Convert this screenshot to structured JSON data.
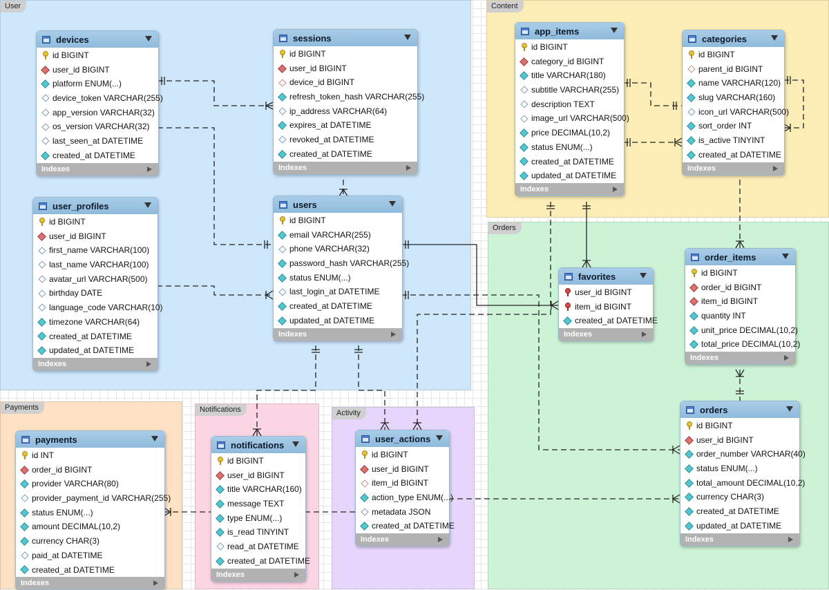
{
  "layers": [
    {
      "id": "user",
      "label": "User"
    },
    {
      "id": "content",
      "label": "Content"
    },
    {
      "id": "orders",
      "label": "Orders"
    },
    {
      "id": "payments",
      "label": "Payments"
    },
    {
      "id": "notifications",
      "label": "Notifications"
    },
    {
      "id": "activity",
      "label": "Activity"
    }
  ],
  "indexes_label": "Indexes",
  "tables": {
    "devices": {
      "name": "devices",
      "columns": [
        {
          "text": "id BIGINT",
          "icon": "primary-key-icon"
        },
        {
          "text": "user_id BIGINT",
          "icon": "foreign-key-icon"
        },
        {
          "text": "platform ENUM(...)",
          "icon": "not-null-column-icon"
        },
        {
          "text": "device_token VARCHAR(255)",
          "icon": "nullable-column-icon"
        },
        {
          "text": "app_version VARCHAR(32)",
          "icon": "nullable-column-icon"
        },
        {
          "text": "os_version VARCHAR(32)",
          "icon": "nullable-column-icon"
        },
        {
          "text": "last_seen_at DATETIME",
          "icon": "nullable-column-icon"
        },
        {
          "text": "created_at DATETIME",
          "icon": "not-null-column-icon"
        }
      ]
    },
    "sessions": {
      "name": "sessions",
      "columns": [
        {
          "text": "id BIGINT",
          "icon": "primary-key-icon"
        },
        {
          "text": "user_id BIGINT",
          "icon": "foreign-key-icon"
        },
        {
          "text": "device_id BIGINT",
          "icon": "nullable-foreign-key-icon"
        },
        {
          "text": "refresh_token_hash VARCHAR(255)",
          "icon": "not-null-column-icon"
        },
        {
          "text": "ip_address VARCHAR(64)",
          "icon": "nullable-column-icon"
        },
        {
          "text": "expires_at DATETIME",
          "icon": "not-null-column-icon"
        },
        {
          "text": "revoked_at DATETIME",
          "icon": "nullable-column-icon"
        },
        {
          "text": "created_at DATETIME",
          "icon": "not-null-column-icon"
        }
      ]
    },
    "user_profiles": {
      "name": "user_profiles",
      "columns": [
        {
          "text": "id BIGINT",
          "icon": "primary-key-icon"
        },
        {
          "text": "user_id BIGINT",
          "icon": "foreign-key-icon"
        },
        {
          "text": "first_name VARCHAR(100)",
          "icon": "nullable-column-icon"
        },
        {
          "text": "last_name VARCHAR(100)",
          "icon": "nullable-column-icon"
        },
        {
          "text": "avatar_url VARCHAR(500)",
          "icon": "nullable-column-icon"
        },
        {
          "text": "birthday DATE",
          "icon": "nullable-column-icon"
        },
        {
          "text": "language_code VARCHAR(10)",
          "icon": "nullable-column-icon"
        },
        {
          "text": "timezone VARCHAR(64)",
          "icon": "not-null-column-icon"
        },
        {
          "text": "created_at DATETIME",
          "icon": "not-null-column-icon"
        },
        {
          "text": "updated_at DATETIME",
          "icon": "not-null-column-icon"
        }
      ]
    },
    "users": {
      "name": "users",
      "columns": [
        {
          "text": "id BIGINT",
          "icon": "primary-key-icon"
        },
        {
          "text": "email VARCHAR(255)",
          "icon": "not-null-column-icon"
        },
        {
          "text": "phone VARCHAR(32)",
          "icon": "nullable-column-icon"
        },
        {
          "text": "password_hash VARCHAR(255)",
          "icon": "not-null-column-icon"
        },
        {
          "text": "status ENUM(...)",
          "icon": "not-null-column-icon"
        },
        {
          "text": "last_login_at DATETIME",
          "icon": "nullable-column-icon"
        },
        {
          "text": "created_at DATETIME",
          "icon": "not-null-column-icon"
        },
        {
          "text": "updated_at DATETIME",
          "icon": "not-null-column-icon"
        }
      ]
    },
    "app_items": {
      "name": "app_items",
      "columns": [
        {
          "text": "id BIGINT",
          "icon": "primary-key-icon"
        },
        {
          "text": "category_id BIGINT",
          "icon": "foreign-key-icon"
        },
        {
          "text": "title VARCHAR(180)",
          "icon": "not-null-column-icon"
        },
        {
          "text": "subtitle VARCHAR(255)",
          "icon": "nullable-column-icon"
        },
        {
          "text": "description TEXT",
          "icon": "nullable-column-icon"
        },
        {
          "text": "image_url VARCHAR(500)",
          "icon": "nullable-column-icon"
        },
        {
          "text": "price DECIMAL(10,2)",
          "icon": "not-null-column-icon"
        },
        {
          "text": "status ENUM(...)",
          "icon": "not-null-column-icon"
        },
        {
          "text": "created_at DATETIME",
          "icon": "not-null-column-icon"
        },
        {
          "text": "updated_at DATETIME",
          "icon": "not-null-column-icon"
        }
      ]
    },
    "categories": {
      "name": "categories",
      "columns": [
        {
          "text": "id BIGINT",
          "icon": "primary-key-icon"
        },
        {
          "text": "parent_id BIGINT",
          "icon": "nullable-foreign-key-icon"
        },
        {
          "text": "name VARCHAR(120)",
          "icon": "not-null-column-icon"
        },
        {
          "text": "slug VARCHAR(160)",
          "icon": "not-null-column-icon"
        },
        {
          "text": "icon_url VARCHAR(500)",
          "icon": "nullable-column-icon"
        },
        {
          "text": "sort_order INT",
          "icon": "not-null-column-icon"
        },
        {
          "text": "is_active TINYINT",
          "icon": "not-null-column-icon"
        },
        {
          "text": "created_at DATETIME",
          "icon": "not-null-column-icon"
        }
      ]
    },
    "favorites": {
      "name": "favorites",
      "columns": [
        {
          "text": "user_id BIGINT",
          "icon": "primary-foreign-key-icon"
        },
        {
          "text": "item_id BIGINT",
          "icon": "primary-foreign-key-icon"
        },
        {
          "text": "created_at DATETIME",
          "icon": "not-null-column-icon"
        }
      ]
    },
    "order_items": {
      "name": "order_items",
      "columns": [
        {
          "text": "id BIGINT",
          "icon": "primary-key-icon"
        },
        {
          "text": "order_id BIGINT",
          "icon": "foreign-key-icon"
        },
        {
          "text": "item_id BIGINT",
          "icon": "foreign-key-icon"
        },
        {
          "text": "quantity INT",
          "icon": "not-null-column-icon"
        },
        {
          "text": "unit_price DECIMAL(10,2)",
          "icon": "not-null-column-icon"
        },
        {
          "text": "total_price DECIMAL(10,2)",
          "icon": "not-null-column-icon"
        }
      ]
    },
    "orders": {
      "name": "orders",
      "columns": [
        {
          "text": "id BIGINT",
          "icon": "primary-key-icon"
        },
        {
          "text": "user_id BIGINT",
          "icon": "foreign-key-icon"
        },
        {
          "text": "order_number VARCHAR(40)",
          "icon": "not-null-column-icon"
        },
        {
          "text": "status ENUM(...)",
          "icon": "not-null-column-icon"
        },
        {
          "text": "total_amount DECIMAL(10,2)",
          "icon": "not-null-column-icon"
        },
        {
          "text": "currency CHAR(3)",
          "icon": "not-null-column-icon"
        },
        {
          "text": "created_at DATETIME",
          "icon": "not-null-column-icon"
        },
        {
          "text": "updated_at DATETIME",
          "icon": "not-null-column-icon"
        }
      ]
    },
    "payments": {
      "name": "payments",
      "columns": [
        {
          "text": "id INT",
          "icon": "primary-key-icon"
        },
        {
          "text": "order_id BIGINT",
          "icon": "foreign-key-icon"
        },
        {
          "text": "provider VARCHAR(80)",
          "icon": "not-null-column-icon"
        },
        {
          "text": "provider_payment_id VARCHAR(255)",
          "icon": "nullable-column-icon"
        },
        {
          "text": "status ENUM(...)",
          "icon": "not-null-column-icon"
        },
        {
          "text": "amount DECIMAL(10,2)",
          "icon": "not-null-column-icon"
        },
        {
          "text": "currency CHAR(3)",
          "icon": "not-null-column-icon"
        },
        {
          "text": "paid_at DATETIME",
          "icon": "nullable-column-icon"
        },
        {
          "text": "created_at DATETIME",
          "icon": "not-null-column-icon"
        }
      ]
    },
    "notifications": {
      "name": "notifications",
      "columns": [
        {
          "text": "id BIGINT",
          "icon": "primary-key-icon"
        },
        {
          "text": "user_id BIGINT",
          "icon": "foreign-key-icon"
        },
        {
          "text": "title VARCHAR(160)",
          "icon": "not-null-column-icon"
        },
        {
          "text": "message TEXT",
          "icon": "not-null-column-icon"
        },
        {
          "text": "type ENUM(...)",
          "icon": "not-null-column-icon"
        },
        {
          "text": "is_read TINYINT",
          "icon": "not-null-column-icon"
        },
        {
          "text": "read_at DATETIME",
          "icon": "nullable-column-icon"
        },
        {
          "text": "created_at DATETIME",
          "icon": "not-null-column-icon"
        }
      ]
    },
    "user_actions": {
      "name": "user_actions",
      "columns": [
        {
          "text": "id BIGINT",
          "icon": "primary-key-icon"
        },
        {
          "text": "user_id BIGINT",
          "icon": "foreign-key-icon"
        },
        {
          "text": "item_id BIGINT",
          "icon": "nullable-foreign-key-icon"
        },
        {
          "text": "action_type ENUM(...)",
          "icon": "not-null-column-icon"
        },
        {
          "text": "metadata JSON",
          "icon": "nullable-column-icon"
        },
        {
          "text": "created_at DATETIME",
          "icon": "not-null-column-icon"
        }
      ]
    }
  }
}
